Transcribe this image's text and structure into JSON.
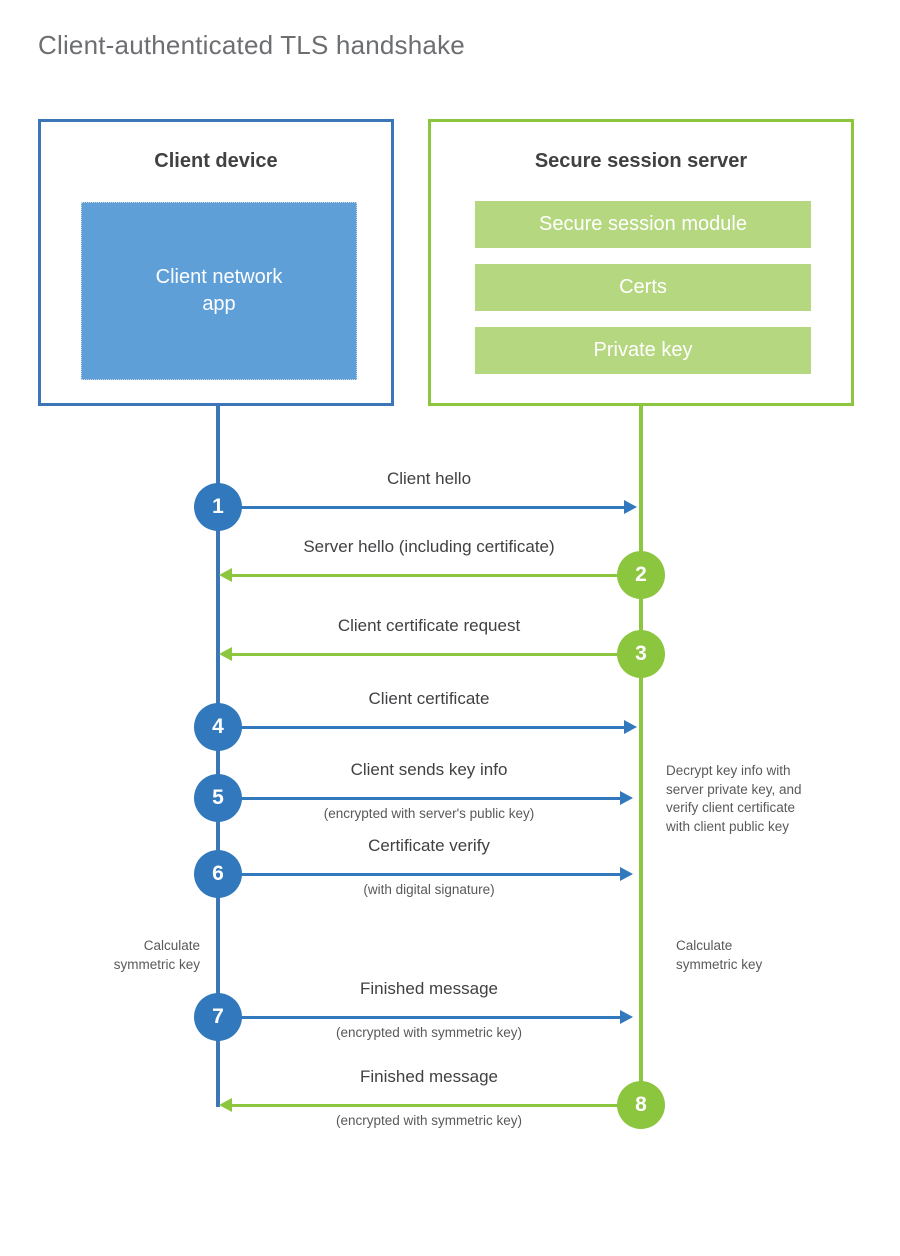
{
  "title": "Client-authenticated TLS handshake",
  "colors": {
    "blue_border": "#3d76b8",
    "blue_fill": "#5f9fd8",
    "blue_accent": "#3178bd",
    "green_border": "#8cc63f",
    "green_fill": "#b5d77f",
    "green_accent": "#8cc63f",
    "title_text": "#6d6e71",
    "body_text": "#414042"
  },
  "actors": {
    "client": {
      "title": "Client device",
      "app_label": "Client network\napp"
    },
    "server": {
      "title": "Secure session server",
      "components": [
        "Secure session module",
        "Certs",
        "Private key"
      ]
    }
  },
  "messages": [
    {
      "step": "1",
      "label": "Client hello",
      "sublabel": "",
      "direction": "client-to-server",
      "color": "blue"
    },
    {
      "step": "2",
      "label": "Server hello (including certificate)",
      "sublabel": "",
      "direction": "server-to-client",
      "color": "green"
    },
    {
      "step": "3",
      "label": "Client certificate request",
      "sublabel": "",
      "direction": "server-to-client",
      "color": "green"
    },
    {
      "step": "4",
      "label": "Client certificate",
      "sublabel": "",
      "direction": "client-to-server",
      "color": "blue"
    },
    {
      "step": "5",
      "label": "Client sends key info",
      "sublabel": "(encrypted with server's public key)",
      "direction": "client-to-server",
      "color": "blue"
    },
    {
      "step": "6",
      "label": "Certificate verify",
      "sublabel": "(with digital signature)",
      "direction": "client-to-server",
      "color": "blue"
    },
    {
      "step": "7",
      "label": "Finished message",
      "sublabel": "(encrypted with symmetric key)",
      "direction": "client-to-server",
      "color": "blue"
    },
    {
      "step": "8",
      "label": "Finished message",
      "sublabel": "(encrypted with symmetric key)",
      "direction": "server-to-client",
      "color": "green"
    }
  ],
  "notes": {
    "decrypt": "Decrypt key info with\nserver private key, and\nverify client certificate\nwith client public key",
    "calculate_client": "Calculate\nsymmetric key",
    "calculate_server": "Calculate\nsymmetric key"
  }
}
